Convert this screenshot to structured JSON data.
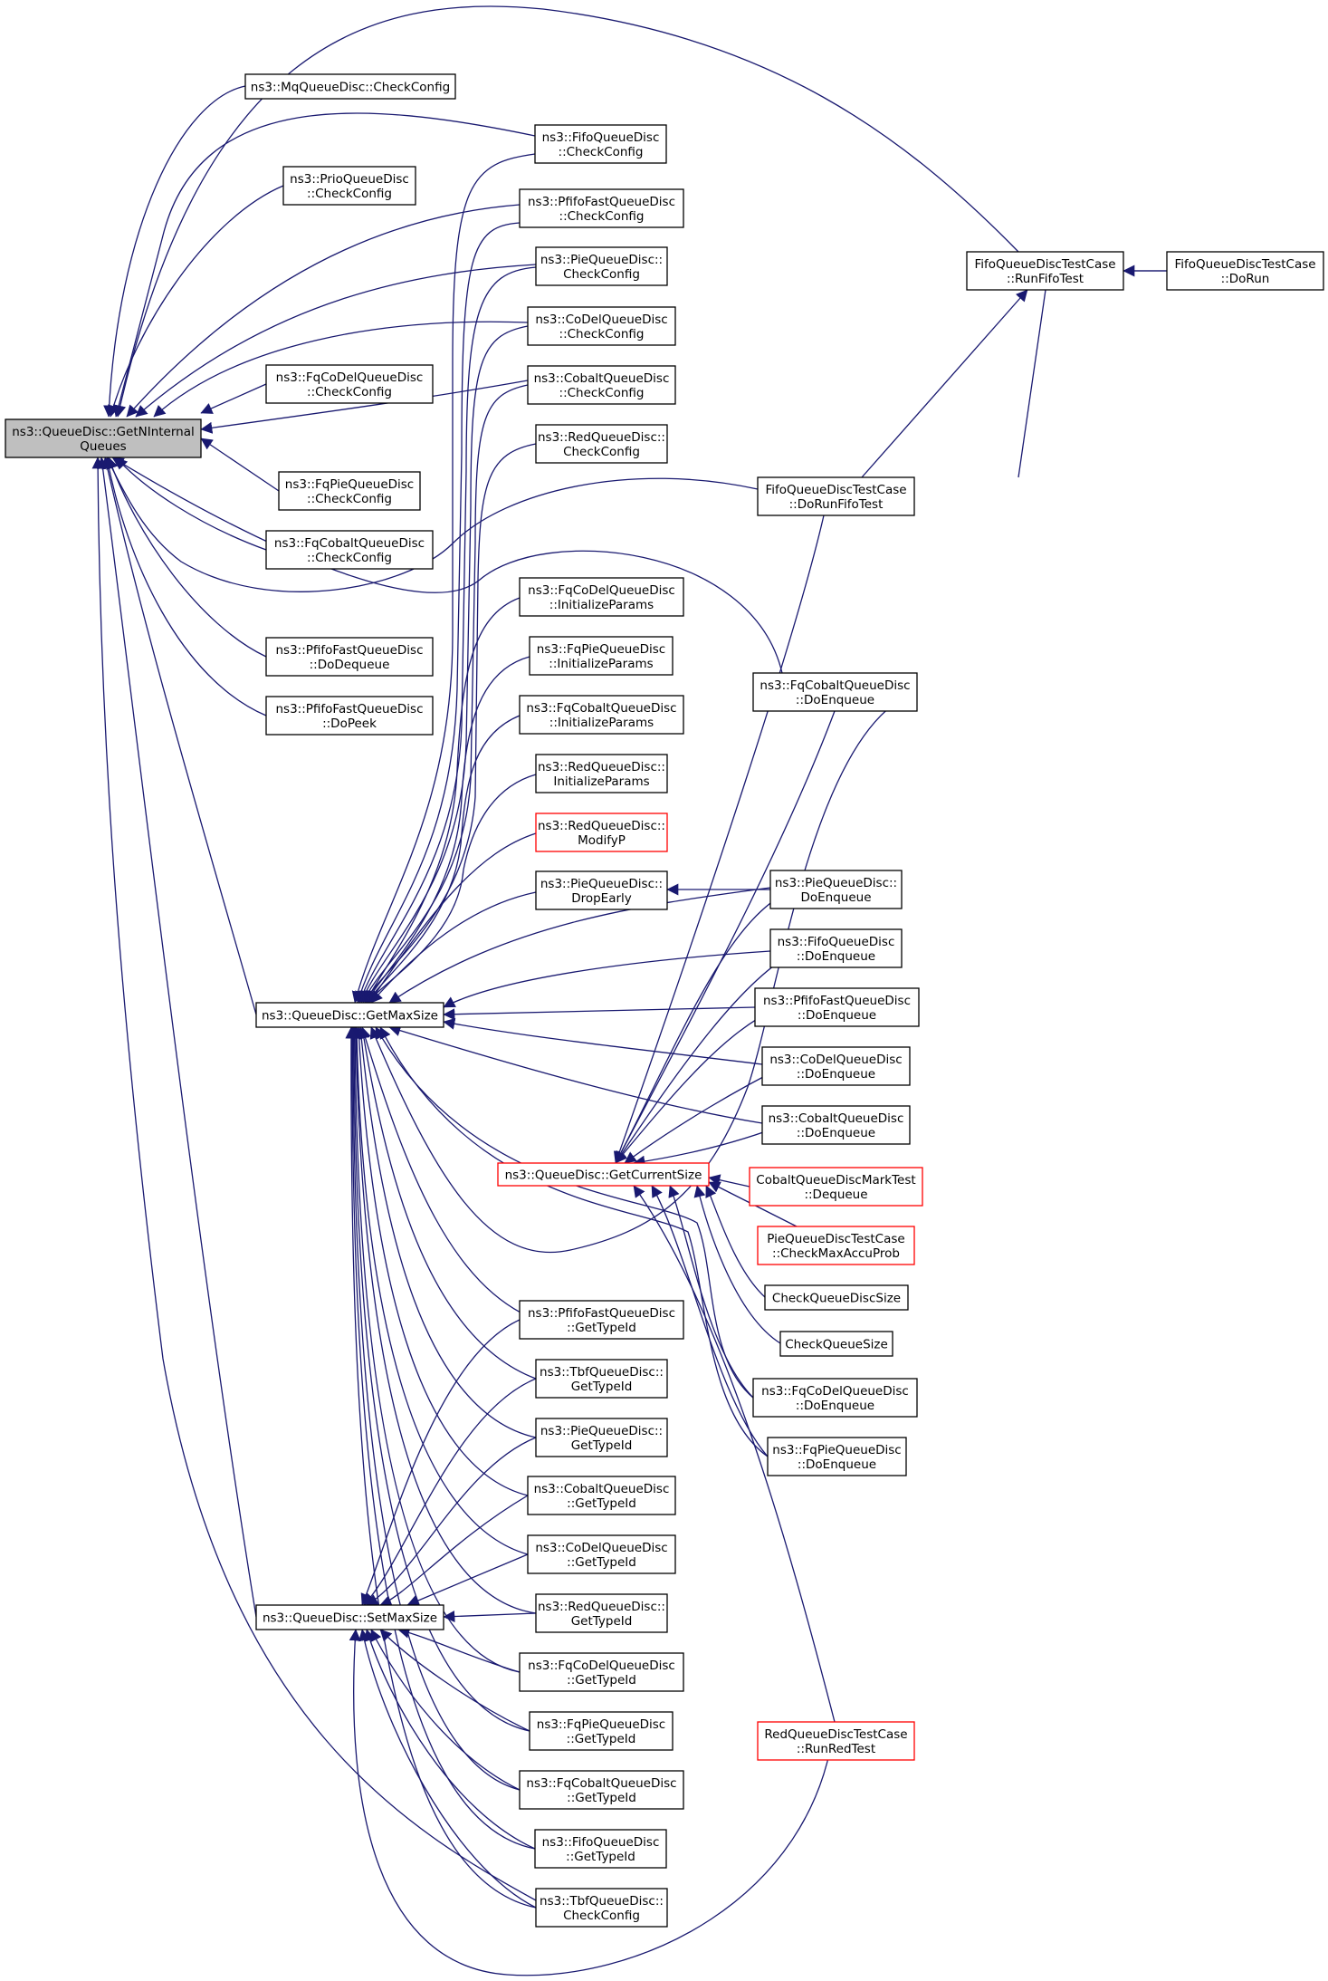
{
  "diagram": {
    "edge_color": "#191970",
    "node_border": "#000000",
    "node_border_highlight": "#ff0000",
    "root_fill": "#bfbfbf",
    "nodes": [
      {
        "id": "root",
        "lines": [
          "ns3::QueueDisc::GetNInternal",
          "Queues"
        ],
        "style": "root"
      },
      {
        "id": "mq_cc",
        "lines": [
          "ns3::MqQueueDisc::CheckConfig"
        ],
        "style": "normal"
      },
      {
        "id": "prio_cc",
        "lines": [
          "ns3::PrioQueueDisc",
          "::CheckConfig"
        ],
        "style": "normal"
      },
      {
        "id": "fqcodel_cc",
        "lines": [
          "ns3::FqCoDelQueueDisc",
          "::CheckConfig"
        ],
        "style": "normal"
      },
      {
        "id": "fqpie_cc",
        "lines": [
          "ns3::FqPieQueueDisc",
          "::CheckConfig"
        ],
        "style": "normal"
      },
      {
        "id": "fqcobalt_cc",
        "lines": [
          "ns3::FqCobaltQueueDisc",
          "::CheckConfig"
        ],
        "style": "normal"
      },
      {
        "id": "pfifo_deq",
        "lines": [
          "ns3::PfifoFastQueueDisc",
          "::DoDequeue"
        ],
        "style": "normal"
      },
      {
        "id": "pfifo_peek",
        "lines": [
          "ns3::PfifoFastQueueDisc",
          "::DoPeek"
        ],
        "style": "normal"
      },
      {
        "id": "getmax",
        "lines": [
          "ns3::QueueDisc::GetMaxSize"
        ],
        "style": "normal"
      },
      {
        "id": "setmax",
        "lines": [
          "ns3::QueueDisc::SetMaxSize"
        ],
        "style": "normal"
      },
      {
        "id": "fifo_cc",
        "lines": [
          "ns3::FifoQueueDisc",
          "::CheckConfig"
        ],
        "style": "normal"
      },
      {
        "id": "pfifofast_cc",
        "lines": [
          "ns3::PfifoFastQueueDisc",
          "::CheckConfig"
        ],
        "style": "normal"
      },
      {
        "id": "pie_cc",
        "lines": [
          "ns3::PieQueueDisc::",
          "CheckConfig"
        ],
        "style": "normal"
      },
      {
        "id": "codel_cc",
        "lines": [
          "ns3::CoDelQueueDisc",
          "::CheckConfig"
        ],
        "style": "normal"
      },
      {
        "id": "cobalt_cc",
        "lines": [
          "ns3::CobaltQueueDisc",
          "::CheckConfig"
        ],
        "style": "normal"
      },
      {
        "id": "red_cc",
        "lines": [
          "ns3::RedQueueDisc::",
          "CheckConfig"
        ],
        "style": "normal"
      },
      {
        "id": "fqcodel_ip",
        "lines": [
          "ns3::FqCoDelQueueDisc",
          "::InitializeParams"
        ],
        "style": "normal"
      },
      {
        "id": "fqpie_ip",
        "lines": [
          "ns3::FqPieQueueDisc",
          "::InitializeParams"
        ],
        "style": "normal"
      },
      {
        "id": "fqcobalt_ip",
        "lines": [
          "ns3::FqCobaltQueueDisc",
          "::InitializeParams"
        ],
        "style": "normal"
      },
      {
        "id": "red_ip",
        "lines": [
          "ns3::RedQueueDisc::",
          "InitializeParams"
        ],
        "style": "normal"
      },
      {
        "id": "red_modp",
        "lines": [
          "ns3::RedQueueDisc::",
          "ModifyP"
        ],
        "style": "red"
      },
      {
        "id": "pie_drop",
        "lines": [
          "ns3::PieQueueDisc::",
          "DropEarly"
        ],
        "style": "normal"
      },
      {
        "id": "getcur",
        "lines": [
          "ns3::QueueDisc::GetCurrentSize"
        ],
        "style": "red"
      },
      {
        "id": "pfifofast_tid",
        "lines": [
          "ns3::PfifoFastQueueDisc",
          "::GetTypeId"
        ],
        "style": "normal"
      },
      {
        "id": "tbf_tid",
        "lines": [
          "ns3::TbfQueueDisc::",
          "GetTypeId"
        ],
        "style": "normal"
      },
      {
        "id": "pie_tid",
        "lines": [
          "ns3::PieQueueDisc::",
          "GetTypeId"
        ],
        "style": "normal"
      },
      {
        "id": "cobalt_tid",
        "lines": [
          "ns3::CobaltQueueDisc",
          "::GetTypeId"
        ],
        "style": "normal"
      },
      {
        "id": "codel_tid",
        "lines": [
          "ns3::CoDelQueueDisc",
          "::GetTypeId"
        ],
        "style": "normal"
      },
      {
        "id": "red_tid",
        "lines": [
          "ns3::RedQueueDisc::",
          "GetTypeId"
        ],
        "style": "normal"
      },
      {
        "id": "fqcodel_tid",
        "lines": [
          "ns3::FqCoDelQueueDisc",
          "::GetTypeId"
        ],
        "style": "normal"
      },
      {
        "id": "fqpie_tid",
        "lines": [
          "ns3::FqPieQueueDisc",
          "::GetTypeId"
        ],
        "style": "normal"
      },
      {
        "id": "fqcobalt_tid",
        "lines": [
          "ns3::FqCobaltQueueDisc",
          "::GetTypeId"
        ],
        "style": "normal"
      },
      {
        "id": "fifo_tid",
        "lines": [
          "ns3::FifoQueueDisc",
          "::GetTypeId"
        ],
        "style": "normal"
      },
      {
        "id": "tbf_cc",
        "lines": [
          "ns3::TbfQueueDisc::",
          "CheckConfig"
        ],
        "style": "normal"
      },
      {
        "id": "fifotc_run",
        "lines": [
          "FifoQueueDiscTestCase",
          "::RunFifoTest"
        ],
        "style": "normal"
      },
      {
        "id": "fifotc_dorunfifo",
        "lines": [
          "FifoQueueDiscTestCase",
          "::DoRunFifoTest"
        ],
        "style": "normal"
      },
      {
        "id": "fqcobalt_enq",
        "lines": [
          "ns3::FqCobaltQueueDisc",
          "::DoEnqueue"
        ],
        "style": "normal"
      },
      {
        "id": "pie_enq",
        "lines": [
          "ns3::PieQueueDisc::",
          "DoEnqueue"
        ],
        "style": "normal"
      },
      {
        "id": "fifo_enq",
        "lines": [
          "ns3::FifoQueueDisc",
          "::DoEnqueue"
        ],
        "style": "normal"
      },
      {
        "id": "pfifofast_enq",
        "lines": [
          "ns3::PfifoFastQueueDisc",
          "::DoEnqueue"
        ],
        "style": "normal"
      },
      {
        "id": "codel_enq",
        "lines": [
          "ns3::CoDelQueueDisc",
          "::DoEnqueue"
        ],
        "style": "normal"
      },
      {
        "id": "cobalt_enq",
        "lines": [
          "ns3::CobaltQueueDisc",
          "::DoEnqueue"
        ],
        "style": "normal"
      },
      {
        "id": "cobaltmark",
        "lines": [
          "CobaltQueueDiscMarkTest",
          "::Dequeue"
        ],
        "style": "red"
      },
      {
        "id": "pietc_cmap",
        "lines": [
          "PieQueueDiscTestCase",
          "::CheckMaxAccuProb"
        ],
        "style": "red"
      },
      {
        "id": "checkqdsize",
        "lines": [
          "CheckQueueDiscSize"
        ],
        "style": "normal"
      },
      {
        "id": "checkqsize",
        "lines": [
          "CheckQueueSize"
        ],
        "style": "normal"
      },
      {
        "id": "fqcodel_enq",
        "lines": [
          "ns3::FqCoDelQueueDisc",
          "::DoEnqueue"
        ],
        "style": "normal"
      },
      {
        "id": "fqpie_enq",
        "lines": [
          "ns3::FqPieQueueDisc",
          "::DoEnqueue"
        ],
        "style": "normal"
      },
      {
        "id": "redtc_run",
        "lines": [
          "RedQueueDiscTestCase",
          "::RunRedTest"
        ],
        "style": "red"
      },
      {
        "id": "fifotc_dorun",
        "lines": [
          "FifoQueueDiscTestCase",
          "::DoRun"
        ],
        "style": "normal"
      }
    ]
  }
}
